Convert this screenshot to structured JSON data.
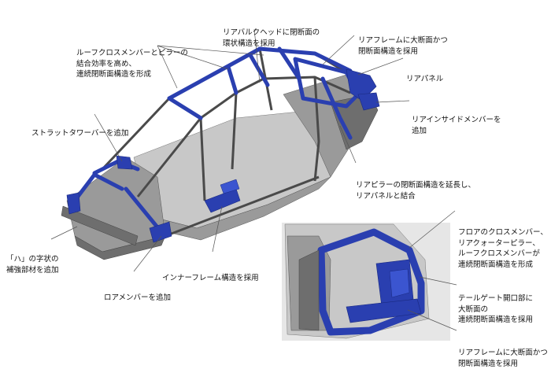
{
  "callouts": [
    {
      "id": "rear-bulkhead",
      "lines": [
        "リアバルクヘッドに閉断面の",
        "環状構造を採用"
      ]
    },
    {
      "id": "rear-frame-top",
      "lines": [
        "リアフレームに大断面かつ",
        "閉断面構造を採用"
      ]
    },
    {
      "id": "roof-cross-member",
      "lines": [
        "ルーフクロスメンバーとピラーの",
        "結合効率を高め、",
        "連続閉断面構造を形成"
      ]
    },
    {
      "id": "rear-panel",
      "lines": [
        "リアパネル"
      ]
    },
    {
      "id": "rear-inside-member",
      "lines": [
        "リアインサイドメンバーを",
        "追加"
      ]
    },
    {
      "id": "strut-tower-bar",
      "lines": [
        "ストラットタワーバーを追加"
      ]
    },
    {
      "id": "rear-pillar",
      "lines": [
        "リアピラーの閉断面構造を延長し、",
        "リアパネルと結合"
      ]
    },
    {
      "id": "ha-reinforcement",
      "lines": [
        "「ハ」の字状の",
        "補強部材を追加"
      ]
    },
    {
      "id": "inner-frame",
      "lines": [
        "インナーフレーム構造を採用"
      ]
    },
    {
      "id": "lower-member",
      "lines": [
        "ロアメンバーを追加"
      ]
    },
    {
      "id": "floor-cross-member",
      "lines": [
        "フロアのクロスメンバー、",
        "リアクォーターピラー、",
        "ルーフクロスメンバーが",
        "連続閉断面構造を形成"
      ]
    },
    {
      "id": "tailgate-opening",
      "lines": [
        "テールゲート開口部に",
        "大断面の",
        "連続閉断面構造を採用"
      ]
    },
    {
      "id": "rear-frame-bottom",
      "lines": [
        "リアフレームに大断面かつ",
        "閉断面構造を採用"
      ]
    }
  ],
  "colors": {
    "highlight": "#2a3fb0",
    "body_gray": "#8a8a8a",
    "background": "#ffffff"
  }
}
